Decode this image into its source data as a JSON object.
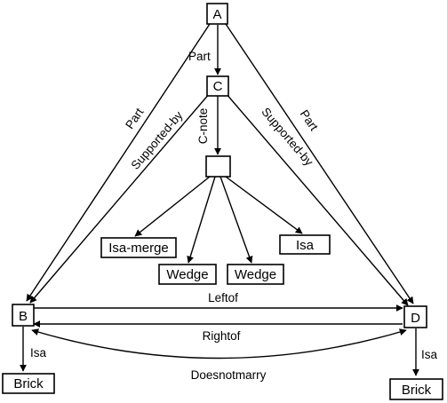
{
  "nodes": {
    "a": "A",
    "c": "C",
    "b": "B",
    "d": "D",
    "isa_merge": "Isa-merge",
    "wedge_left": "Wedge",
    "wedge_right": "Wedge",
    "isa_box": "Isa",
    "brick_left": "Brick",
    "brick_right": "Brick"
  },
  "edges": {
    "a_to_c": "Part",
    "a_to_b": "Part",
    "a_to_d": "Part",
    "c_to_b": "Supported-by",
    "c_to_d": "Supported-by",
    "c_to_empty": "C-note",
    "b_to_d": "Leftof",
    "d_to_b": "Rightof",
    "b_d_curve": "Doesnotmarry",
    "b_to_brick": "Isa",
    "d_to_brick": "Isa"
  }
}
